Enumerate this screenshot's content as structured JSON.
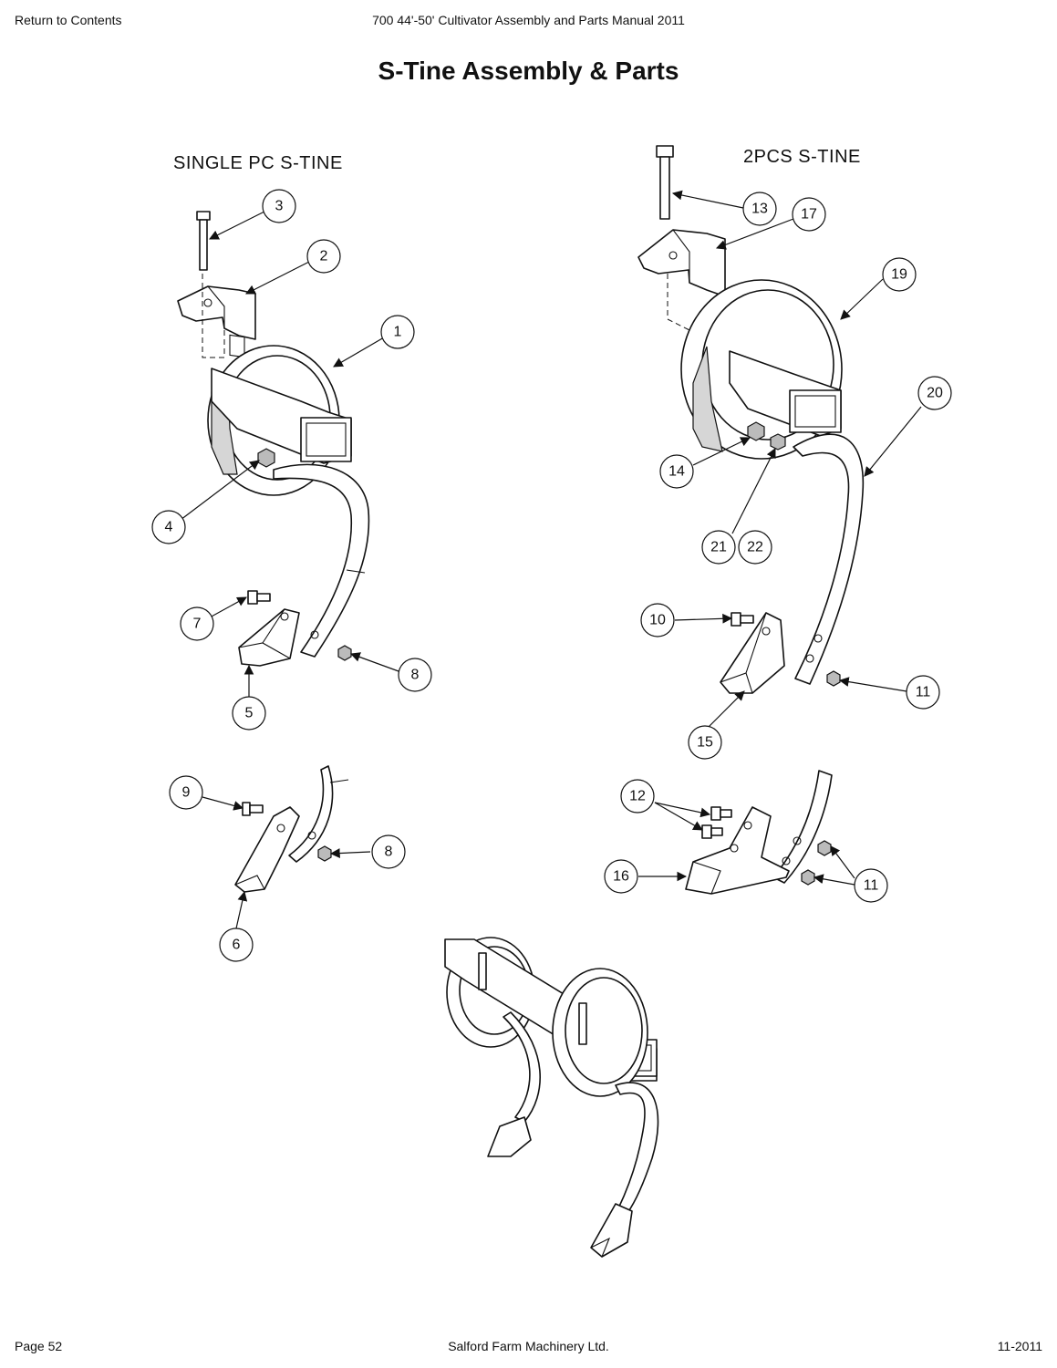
{
  "header": {
    "return_link": "Return to Contents",
    "document_title": "700 44'-50' Cultivator Assembly and Parts Manual 2011"
  },
  "page_title": "S-Tine Assembly & Parts",
  "sections": {
    "left_label": "SINGLE PC S-TINE",
    "right_label": "2PCS S-TINE"
  },
  "callouts": [
    {
      "id": "c1",
      "label": "1"
    },
    {
      "id": "c2",
      "label": "2"
    },
    {
      "id": "c3",
      "label": "3"
    },
    {
      "id": "c4",
      "label": "4"
    },
    {
      "id": "c5",
      "label": "5"
    },
    {
      "id": "c6",
      "label": "6"
    },
    {
      "id": "c7",
      "label": "7"
    },
    {
      "id": "c8a",
      "label": "8"
    },
    {
      "id": "c8b",
      "label": "8"
    },
    {
      "id": "c9",
      "label": "9"
    },
    {
      "id": "c10",
      "label": "10"
    },
    {
      "id": "c11a",
      "label": "11"
    },
    {
      "id": "c11b",
      "label": "11"
    },
    {
      "id": "c12",
      "label": "12"
    },
    {
      "id": "c13",
      "label": "13"
    },
    {
      "id": "c14",
      "label": "14"
    },
    {
      "id": "c15",
      "label": "15"
    },
    {
      "id": "c16",
      "label": "16"
    },
    {
      "id": "c17",
      "label": "17"
    },
    {
      "id": "c19",
      "label": "19"
    },
    {
      "id": "c20",
      "label": "20"
    },
    {
      "id": "c21",
      "label": "21"
    },
    {
      "id": "c22",
      "label": "22"
    }
  ],
  "footer": {
    "page": "Page 52",
    "company": "Salford Farm Machinery Ltd.",
    "date": "11-2011"
  }
}
